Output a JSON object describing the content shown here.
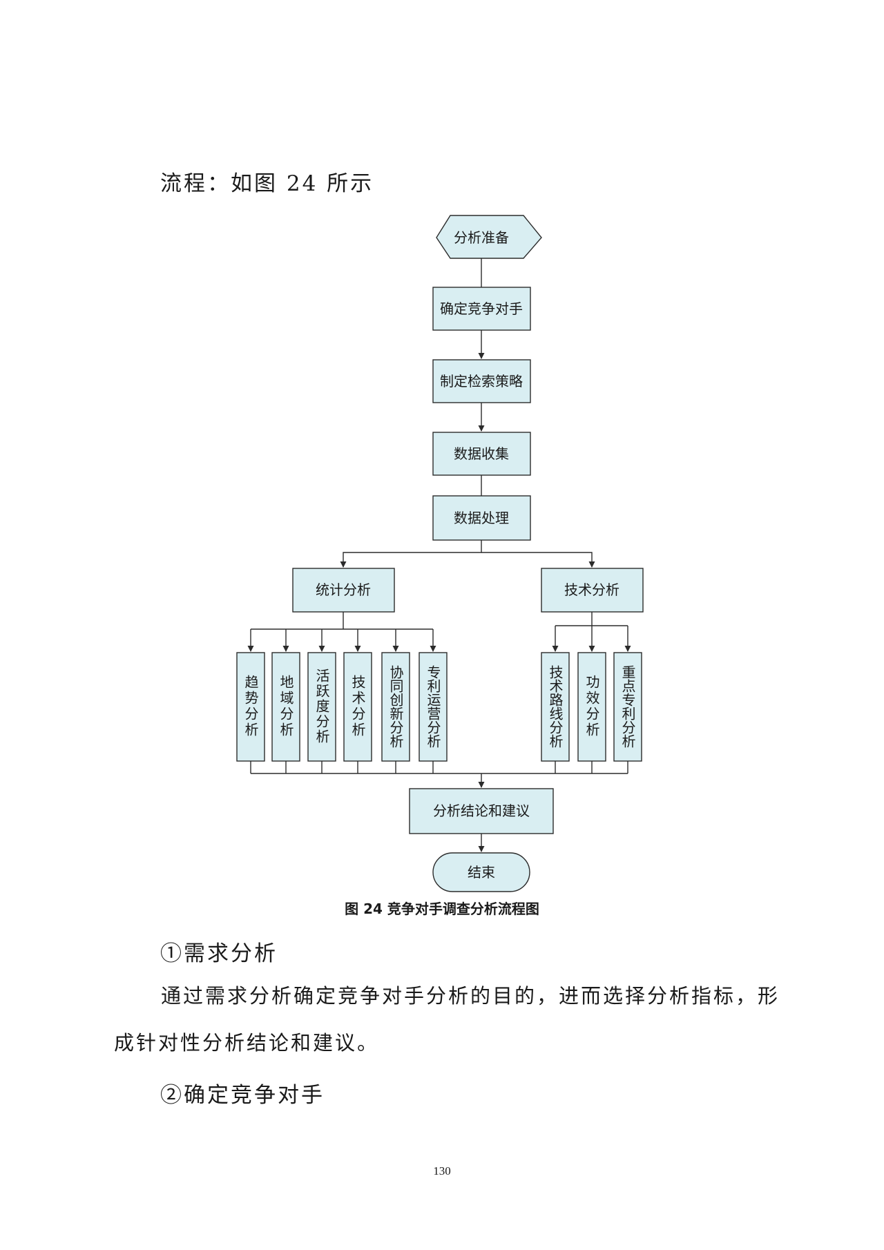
{
  "intro_heading": "流程：如图 24 所示",
  "flowchart": {
    "nodes": {
      "prepare": "分析准备",
      "identify": "确定竞争对手",
      "strategy": "制定检索策略",
      "collect": "数据收集",
      "process": "数据处理",
      "stat": "统计分析",
      "tech": "技术分析",
      "trend": "趋势分析",
      "region": "地域分析",
      "activity": "活跃度分析",
      "techsub": "技术分析",
      "cooperate": "协同创新分析",
      "patentops": "专利运营分析",
      "route": "技术路线分析",
      "efficacy": "功效分析",
      "keypatent": "重点专利分析",
      "conclusion": "分析结论和建议",
      "end": "结束"
    }
  },
  "caption": "图 24 竞争对手调查分析流程图",
  "section1": {
    "heading": "①需求分析",
    "body": "通过需求分析确定竞争对手分析的目的，进而选择分析指标，形成针对性分析结论和建议。"
  },
  "section2": {
    "heading": "②确定竞争对手"
  },
  "page_number": "130"
}
